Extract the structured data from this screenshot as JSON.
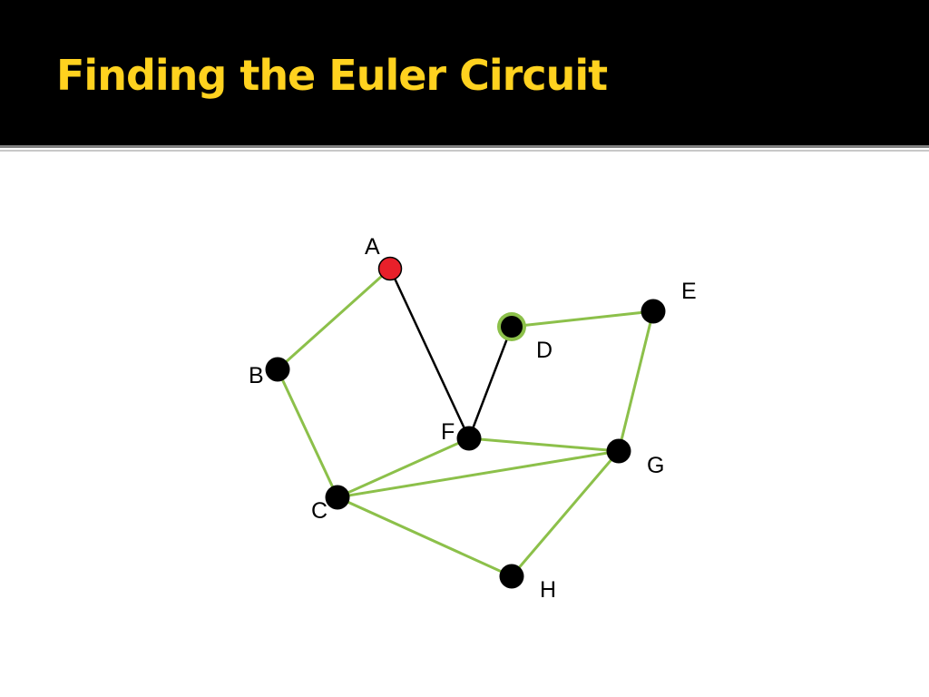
{
  "slide": {
    "title": "Finding the Euler Circuit"
  },
  "graph": {
    "nodes": [
      {
        "id": "A",
        "label": "A",
        "state": "start"
      },
      {
        "id": "B",
        "label": "B",
        "state": "normal"
      },
      {
        "id": "C",
        "label": "C",
        "state": "normal"
      },
      {
        "id": "D",
        "label": "D",
        "state": "current"
      },
      {
        "id": "E",
        "label": "E",
        "state": "normal"
      },
      {
        "id": "F",
        "label": "F",
        "state": "normal"
      },
      {
        "id": "G",
        "label": "G",
        "state": "normal"
      },
      {
        "id": "H",
        "label": "H",
        "state": "normal"
      }
    ],
    "edges": [
      {
        "from": "A",
        "to": "B",
        "status": "unvisited"
      },
      {
        "from": "B",
        "to": "C",
        "status": "unvisited"
      },
      {
        "from": "A",
        "to": "F",
        "status": "traversed"
      },
      {
        "from": "F",
        "to": "D",
        "status": "traversed"
      },
      {
        "from": "D",
        "to": "E",
        "status": "unvisited"
      },
      {
        "from": "E",
        "to": "G",
        "status": "unvisited"
      },
      {
        "from": "F",
        "to": "G",
        "status": "unvisited"
      },
      {
        "from": "C",
        "to": "F",
        "status": "unvisited"
      },
      {
        "from": "C",
        "to": "G",
        "status": "unvisited"
      },
      {
        "from": "C",
        "to": "H",
        "status": "unvisited"
      },
      {
        "from": "G",
        "to": "H",
        "status": "unvisited"
      }
    ]
  },
  "colors": {
    "title_bar": "#000000",
    "title_text": "#ffd21f",
    "unvisited_edge": "#8cc04a",
    "traversed_edge": "#000000",
    "node": "#000000",
    "start_node": "#e8202a",
    "current_ring": "#8cc04a"
  }
}
